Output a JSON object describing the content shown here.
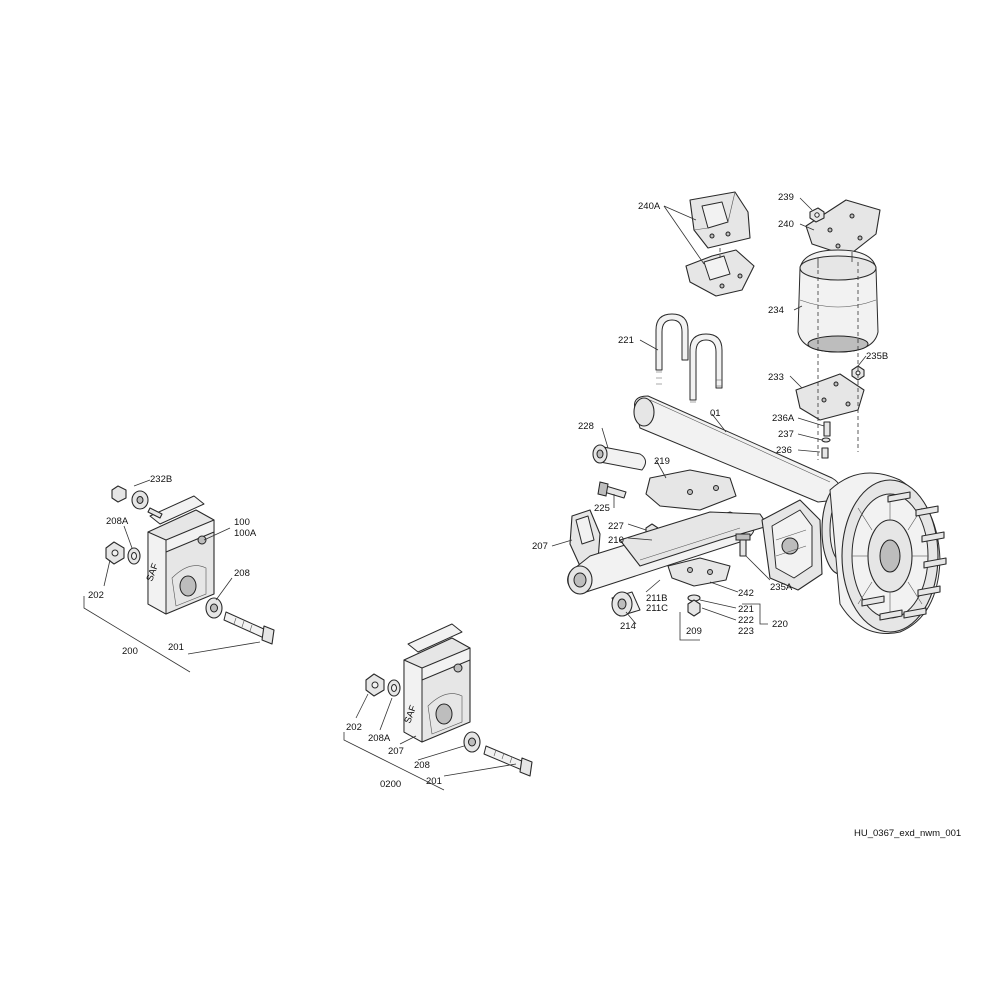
{
  "drawing_ref": "HU_0367_exd_nwm_001",
  "labels": {
    "l_240A": "240A",
    "l_239": "239",
    "l_240": "240",
    "l_234": "234",
    "l_235B": "235B",
    "l_233": "233",
    "l_221top": "221",
    "l_01": "01",
    "l_236A": "236A",
    "l_237": "237",
    "l_236": "236",
    "l_228": "228",
    "l_219": "219",
    "l_225": "225",
    "l_227": "227",
    "l_210": "210",
    "l_207r": "207",
    "l_235A": "235A",
    "l_242": "242",
    "l_211B": "211B",
    "l_211C": "211C",
    "l_221b": "221",
    "l_222": "222",
    "l_223": "223",
    "l_220": "220",
    "l_214": "214",
    "l_209": "209",
    "l_232B": "232B",
    "l_208Aa": "208A",
    "l_100": "100",
    "l_100A": "100A",
    "l_202a": "202",
    "l_208a": "208",
    "l_200": "200",
    "l_201a": "201",
    "l_202b": "202",
    "l_208Ab": "208A",
    "l_207b": "207",
    "l_208b": "208",
    "l_0200": "0200",
    "l_201b": "201"
  }
}
